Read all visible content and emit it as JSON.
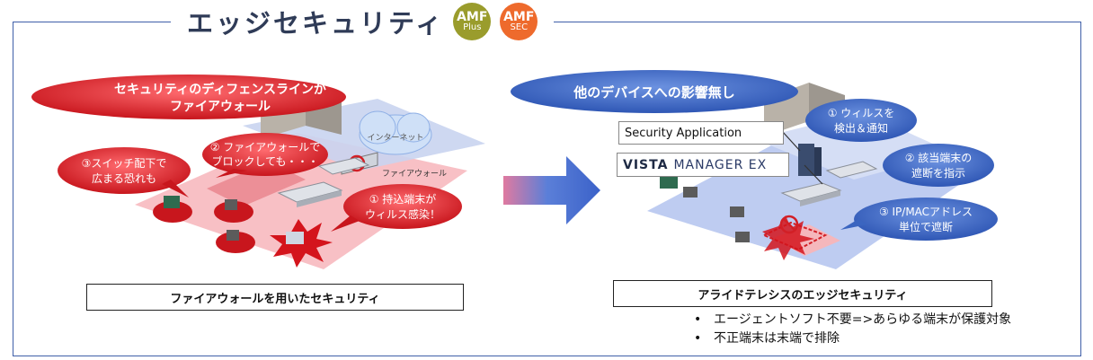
{
  "header": {
    "title": "エッジセキュリティ",
    "badges": [
      {
        "line1": "AMF",
        "line2": "Plus",
        "color": "#9a9c2c"
      },
      {
        "line1": "AMF",
        "line2": "SEC",
        "color": "#ee6a2c"
      }
    ]
  },
  "left": {
    "banner_line1": "セキュリティのディフェンスラインが",
    "banner_line2": "ファイアウォール",
    "callouts": [
      {
        "line1": "② ファイアウォールで",
        "line2": "ブロックしても・・・"
      },
      {
        "line1": "③スイッチ配下で",
        "line2": "広まる恐れも"
      },
      {
        "line1": "① 持込端末が",
        "line2": "ウィルス感染！"
      }
    ],
    "cloud_label": "インターネット",
    "firewall_label": "ファイアウォール",
    "caption": "ファイアウォールを用いたセキュリティ"
  },
  "right": {
    "banner": "他のデバイスへの影響無し",
    "security_app_label": "Security Application",
    "vista_label_1": "VISTA",
    "vista_label_2": "MANAGER EX",
    "callouts": [
      {
        "line1": "① ウィルスを",
        "line2": "検出＆通知"
      },
      {
        "line1": "② 該当端末の",
        "line2": "遮断を指示"
      },
      {
        "line1": "③ IP/MACアドレス",
        "line2": "単位で遮断"
      }
    ],
    "caption": "アライドテレシスのエッジセキュリティ",
    "bullets": [
      "エージェントソフト不要=>あらゆる端末が保護対象",
      "不正端末は末端で排除"
    ]
  },
  "colors": {
    "frame": "#3f5fa8",
    "red_callout": "#c8161d",
    "blue_callout": "#3b65c0",
    "arrow": "#3b62c9"
  }
}
